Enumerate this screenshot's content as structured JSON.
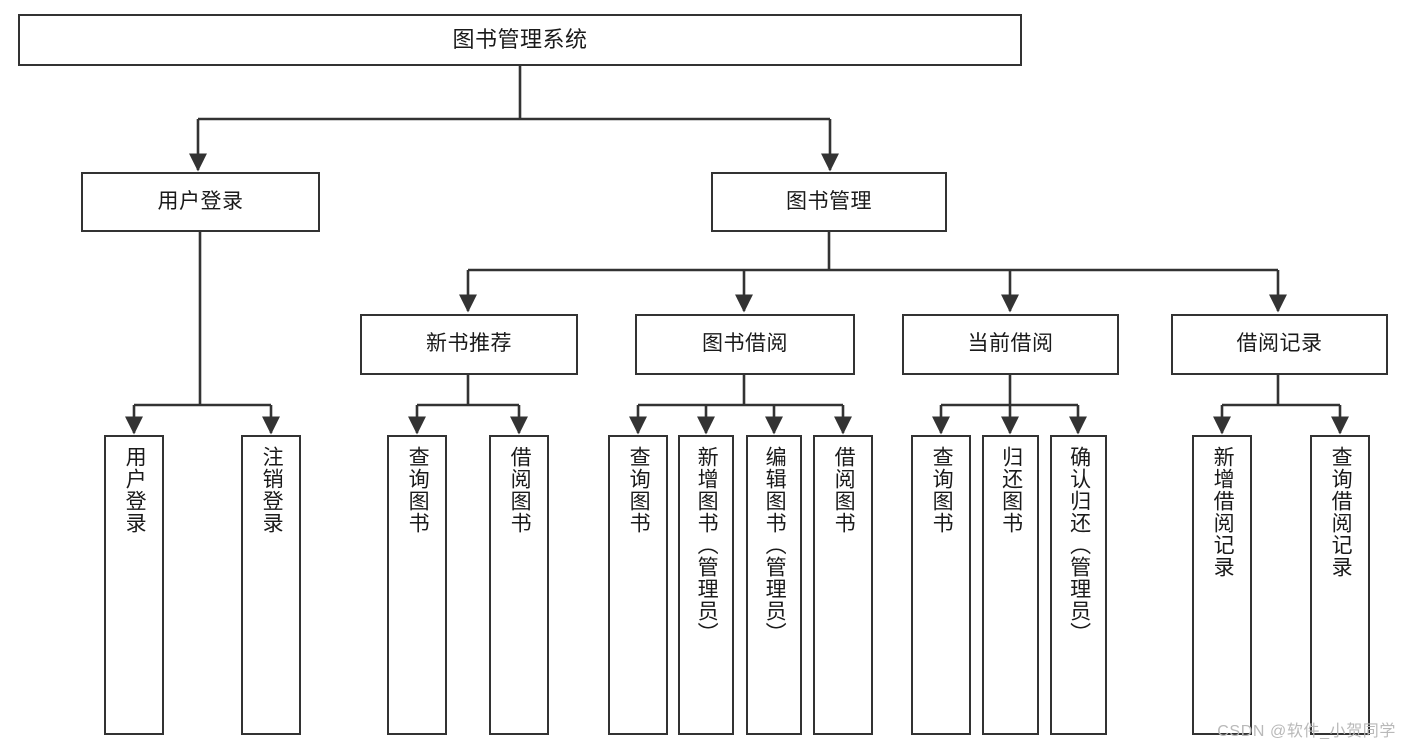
{
  "diagram": {
    "type": "tree-hierarchy",
    "title": "图书管理系统",
    "orientation": "top-down",
    "colors": {
      "box_border": "#333333",
      "box_fill": "#ffffff",
      "edge": "#333333",
      "text": "#1a1a1a",
      "watermark": "#b9b9b9",
      "canvas": "#ffffff"
    },
    "root": {
      "id": "root",
      "label": "图书管理系统"
    },
    "level1": [
      {
        "id": "user-login",
        "label": "用户登录"
      },
      {
        "id": "book-manage",
        "label": "图书管理"
      }
    ],
    "level2": [
      {
        "id": "new-book-rec",
        "label": "新书推荐",
        "parent": "book-manage"
      },
      {
        "id": "book-borrow",
        "label": "图书借阅",
        "parent": "book-manage"
      },
      {
        "id": "current-borrow",
        "label": "当前借阅",
        "parent": "book-manage"
      },
      {
        "id": "borrow-record",
        "label": "借阅记录",
        "parent": "book-manage"
      }
    ],
    "leaves": [
      {
        "id": "leaf-user-login",
        "label": "用户登录",
        "parent": "user-login"
      },
      {
        "id": "leaf-logout",
        "label": "注销登录",
        "parent": "user-login"
      },
      {
        "id": "leaf-query-book-1",
        "label": "查询图书",
        "parent": "new-book-rec"
      },
      {
        "id": "leaf-borrow-book-1",
        "label": "借阅图书",
        "parent": "new-book-rec"
      },
      {
        "id": "leaf-query-book-2",
        "label": "查询图书",
        "parent": "book-borrow"
      },
      {
        "id": "leaf-add-book",
        "label": "新增图书（管理员）",
        "parent": "book-borrow"
      },
      {
        "id": "leaf-edit-book",
        "label": "编辑图书（管理员）",
        "parent": "book-borrow"
      },
      {
        "id": "leaf-borrow-book-2",
        "label": "借阅图书",
        "parent": "book-borrow"
      },
      {
        "id": "leaf-query-book-3",
        "label": "查询图书",
        "parent": "current-borrow"
      },
      {
        "id": "leaf-return-book",
        "label": "归还图书",
        "parent": "current-borrow"
      },
      {
        "id": "leaf-confirm-return",
        "label": "确认归还（管理员）",
        "parent": "current-borrow"
      },
      {
        "id": "leaf-add-record",
        "label": "新增借阅记录",
        "parent": "borrow-record"
      },
      {
        "id": "leaf-query-record",
        "label": "查询借阅记录",
        "parent": "borrow-record"
      }
    ],
    "watermark": "CSDN @软件_小贺同学"
  }
}
